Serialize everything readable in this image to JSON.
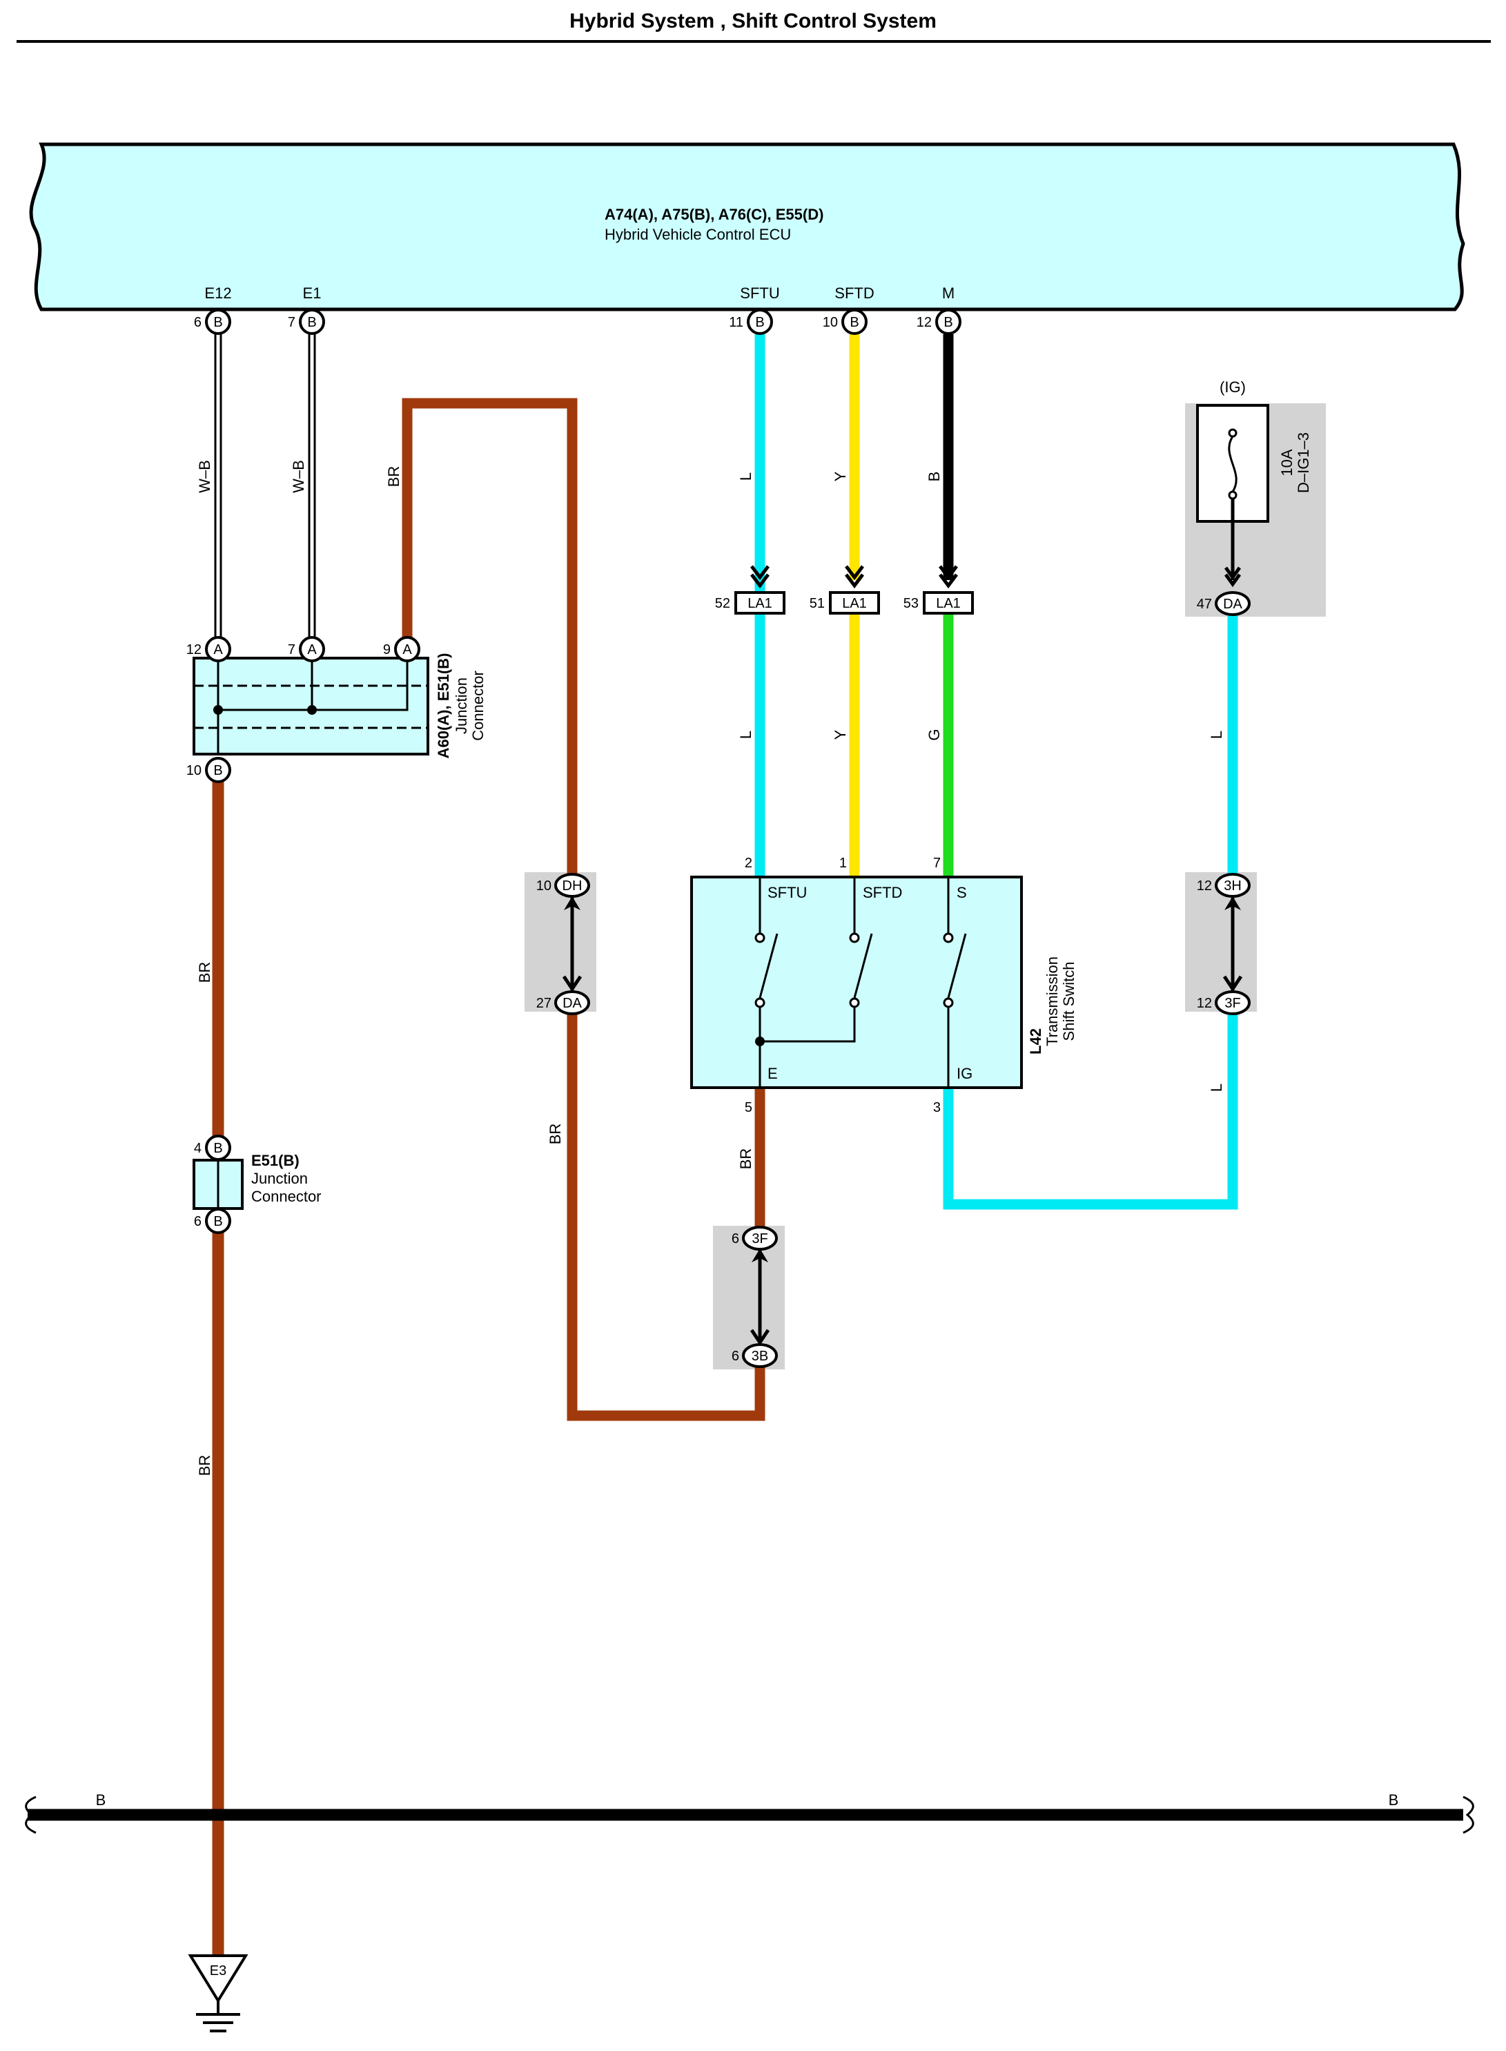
{
  "header": {
    "title": "Hybrid System , Shift Control System"
  },
  "ecu": {
    "name": "A74(A), A75(B), A76(C), E55(D)",
    "desc": "Hybrid Vehicle Control ECU",
    "pins": [
      {
        "signal": "E12",
        "num": "6",
        "conn": "B"
      },
      {
        "signal": "E1",
        "num": "7",
        "conn": "B"
      },
      {
        "signal": "SFTU",
        "num": "11",
        "conn": "B"
      },
      {
        "signal": "SFTD",
        "num": "10",
        "conn": "B"
      },
      {
        "signal": "M",
        "num": "12",
        "conn": "B"
      }
    ]
  },
  "wires": {
    "e12": "W–B",
    "e1": "W–B",
    "br": "BR",
    "sftu_top": "L",
    "sftd_top": "Y",
    "m_top": "B",
    "sftu_bot": "L",
    "sftd_bot": "Y",
    "m_bot": "G",
    "fuse_out": "L",
    "ig_out": "L",
    "ground_bus_left": "B",
    "ground_bus_right": "B"
  },
  "fuse": {
    "label": "(IG)",
    "rating": "10A",
    "name": "D–IG1–3",
    "pin_num": "47",
    "pin_conn": "DA"
  },
  "la1_connectors": [
    {
      "num": "52",
      "conn": "LA1"
    },
    {
      "num": "51",
      "conn": "LA1"
    },
    {
      "num": "53",
      "conn": "LA1"
    }
  ],
  "junction_a60": {
    "name": "A60(A), E51(B)",
    "desc1": "Junction",
    "desc2": "Connector",
    "pins_top": [
      {
        "num": "12",
        "conn": "A"
      },
      {
        "num": "7",
        "conn": "A"
      },
      {
        "num": "9",
        "conn": "A"
      }
    ],
    "pin_bottom": {
      "num": "10",
      "conn": "B"
    }
  },
  "junction_e51": {
    "name": "E51(B)",
    "desc1": "Junction",
    "desc2": "Connector",
    "pin_top": {
      "num": "4",
      "conn": "B"
    },
    "pin_bottom": {
      "num": "6",
      "conn": "B"
    }
  },
  "switch": {
    "code": "L42",
    "desc1": "Transmission",
    "desc2": "Shift Switch",
    "terms": {
      "sftu": "SFTU",
      "sftd": "SFTD",
      "s": "S",
      "e": "E",
      "ig": "IG"
    },
    "pins": {
      "sftu": "2",
      "sftd": "1",
      "s": "7",
      "e": "5",
      "ig": "3"
    }
  },
  "inline_connectors": {
    "dh": {
      "num": "10",
      "conn": "DH"
    },
    "da": {
      "num": "27",
      "conn": "DA"
    },
    "h3": {
      "num": "12",
      "conn": "3H"
    },
    "f3_right": {
      "num": "12",
      "conn": "3F"
    },
    "f3_mid": {
      "num": "6",
      "conn": "3F"
    },
    "b3": {
      "num": "6",
      "conn": "3B"
    }
  },
  "ground": {
    "label": "E3"
  },
  "colors": {
    "ecu_fill": "#ccffff",
    "box_fill": "#cdfdfd",
    "brown": "#a03a0c",
    "cyan": "#00eaf4",
    "yellow": "#ffe600",
    "green": "#1edc1e",
    "black": "#000000",
    "grey_box": "#d3d3d3"
  }
}
